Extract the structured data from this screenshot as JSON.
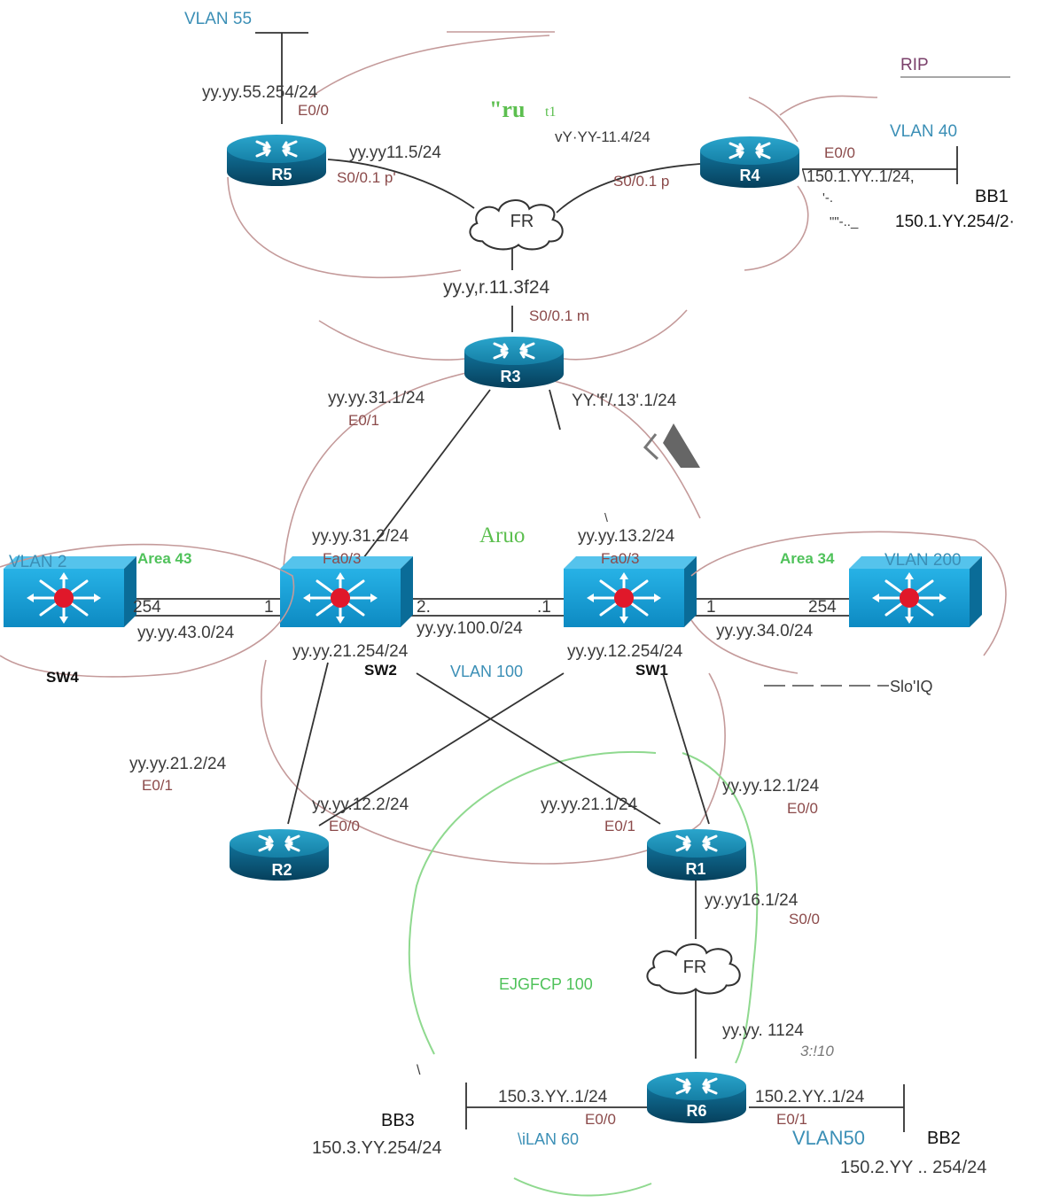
{
  "routers": {
    "r5": "R5",
    "r4": "R4",
    "r3": "R3",
    "r2": "R2",
    "r1": "R1",
    "r6": "R6"
  },
  "switches": {
    "sw4": "SW4",
    "sw2": "SW2",
    "sw1": "SW1"
  },
  "clouds": {
    "fr_top": "FR",
    "fr_bottom": "FR"
  },
  "vlans": {
    "vlan55": "VLAN 55",
    "vlan40": "VLAN 40",
    "vlan2": "VLAN 2",
    "vlan200": "VLAN 200",
    "vlan100": "VLAN 100",
    "vlan60": "\\iLAN 60",
    "vlan50": "VLAN50"
  },
  "areas": {
    "area43": "Area 43",
    "area34": "Area 34",
    "aruo": "Aruo",
    "ru": "\"ru",
    "ru_t": "t1"
  },
  "protocols": {
    "rip": "RIP",
    "eigrp": "EJGFCP 100",
    "sloiq": "Slo'IQ"
  },
  "backbones": {
    "bb1": "BB1",
    "bb1_addr": "150.1.YY.254/2·",
    "bb1_dash": "\"\"-.._",
    "bb2": "BB2",
    "bb2_addr": "150.2.YY .. 254/24",
    "bb3": "BB3",
    "bb3_addr": "150.3.YY.254/24"
  },
  "addresses": {
    "r5_e00": "yy.yy.55.254/24",
    "r5_s0": "yy.yy11.5/24",
    "r4_s0": "vY·YY-11.4/24",
    "r4_e00": "\\150.1.YY..1/24,",
    "fr_r3": "yy.y,r.11.3f24",
    "r3_e01": "yy.yy.31.1/24",
    "r3_right": "YY.'f'/.13'.1/24",
    "sw2_fa": "yy.yy.31.2/24",
    "sw1_fa": "yy.yy.13.2/24",
    "sw4_254": "254",
    "sw2_1": "1",
    "sw4_net": "yy.yy.43.0/24",
    "sw2_2": "2.",
    "sw1_1a": ".1",
    "net100": "yy.yy.100.0/24",
    "sw1_1b": "1",
    "sw3_254": "254",
    "net34": "yy.yy.34.0/24",
    "sw2_vlan": "yy.yy.21.254/24",
    "sw1_vlan": "yy.yy.12.254/24",
    "r2_e01": "yy.yy.21.2/24",
    "r2_e00": "yy.yy.12.2/24",
    "r1_e01": "yy.yy.21.1/24",
    "r1_e00": "yy.yy.12.1/24",
    "r1_s0": "yy.yy16.1/24",
    "r6_s0": "yy.yy. 1124",
    "r6_s0_ifc": "3:!10",
    "r6_e00": "150.3.YY..1/24",
    "r6_e01": "150.2.YY..1/24"
  },
  "interfaces": {
    "r5_e00": "E0/0",
    "r5_s0": "S0/0.1 p'",
    "r4_s0": "S0/0.1 p",
    "r4_e00": "E0/0",
    "r3_s0": "S0/0.1 m",
    "r3_e01": "E0/1",
    "sw2_fa": "Fa0/3",
    "sw1_fa": "Fa0/3",
    "r2_e01": "E0/1",
    "r2_e00": "E0/0",
    "r1_e01": "E0/1",
    "r1_e00": "E0/0",
    "r1_s0": "S0/0",
    "r6_e00": "E0/0",
    "r6_e01": "E0/1"
  },
  "artifacts": {
    "r4_dash": "'-.",
    "slash": "\\",
    "tick": "\\"
  },
  "colors": {
    "router_top": "#1b8fb3",
    "router_side": "#0c5c7d",
    "switch_face": "#1aa0d8",
    "ring": "#c49a9a",
    "eigrp_ring": "#8fd98f",
    "vlan_text": "#3b8fb6",
    "area_text": "#4fc25a"
  }
}
